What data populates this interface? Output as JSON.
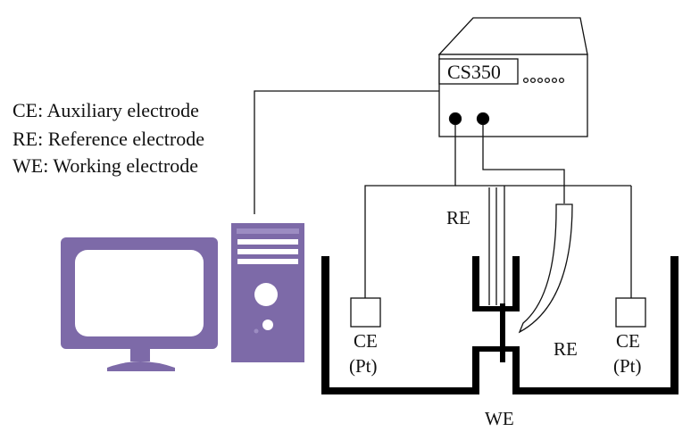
{
  "legend": [
    "CE: Auxiliary electrode",
    "RE: Reference electrode",
    "WE: Working electrode"
  ],
  "device": {
    "label": "CS350",
    "indicator_lights": 6,
    "terminals": 2
  },
  "cell_labels": {
    "re_top": "RE",
    "re_right": "RE",
    "ce_left": "CE",
    "pt_left": "(Pt)",
    "ce_right": "CE",
    "pt_right": "(Pt)",
    "we": "WE"
  },
  "colors": {
    "computer": "#7d6aa8",
    "computer_light": "#9c8cc2",
    "line": "#111111",
    "cell_wall": "#000000"
  },
  "icons": [
    "computer-monitor-icon",
    "computer-tower-icon",
    "potentiostat-device-icon"
  ]
}
